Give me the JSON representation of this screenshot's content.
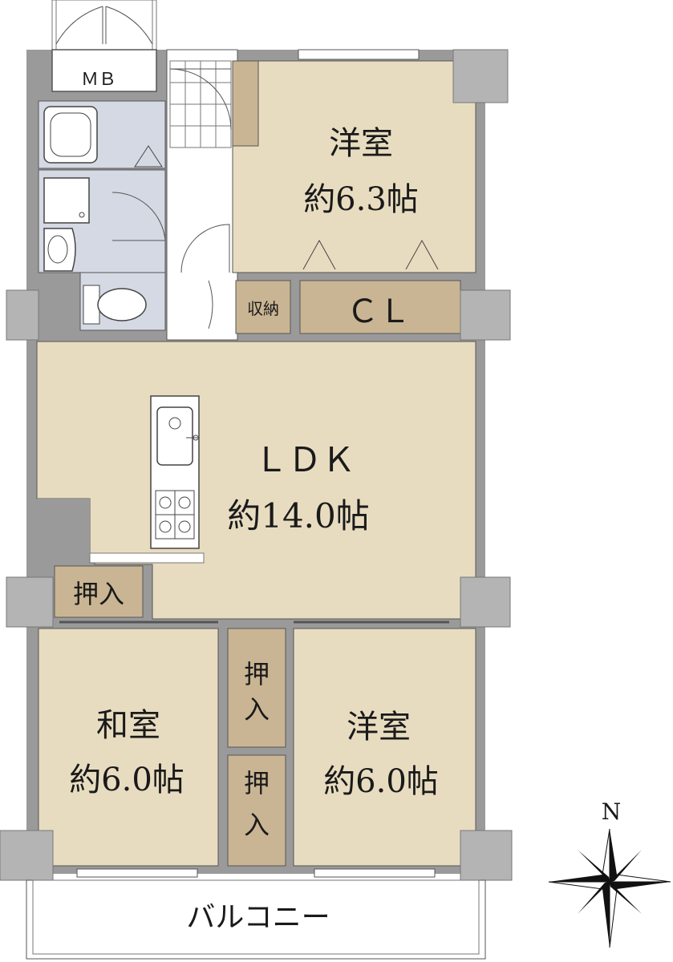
{
  "colors": {
    "room_fill": "#e8dcc0",
    "storage_fill": "#c9b593",
    "wet_fill": "#d5d9e3",
    "pillar": "#b4b4b4",
    "wall": "#9a9a9a",
    "line": "#333333"
  },
  "labels": {
    "mb": "ＭＢ",
    "western_room_north_name": "洋室",
    "western_room_north_size": "約6.3帖",
    "storage_small": "収納",
    "closet": "ＣＬ",
    "ldk_name": "ＬＤＫ",
    "ldk_size": "約14.0帖",
    "oshiire": "押入",
    "oshiire_mid_top": "押入",
    "oshiire_mid_bottom": "押入",
    "japanese_room_name": "和室",
    "japanese_room_size": "約6.0帖",
    "western_room_south_name": "洋室",
    "western_room_south_size": "約6.0帖",
    "balcony": "バルコニー",
    "north": "N"
  },
  "icons": [
    "compass-rose-icon",
    "bathtub-icon",
    "sink-icon",
    "toilet-icon",
    "stove-icon",
    "kitchen-sink-icon"
  ]
}
